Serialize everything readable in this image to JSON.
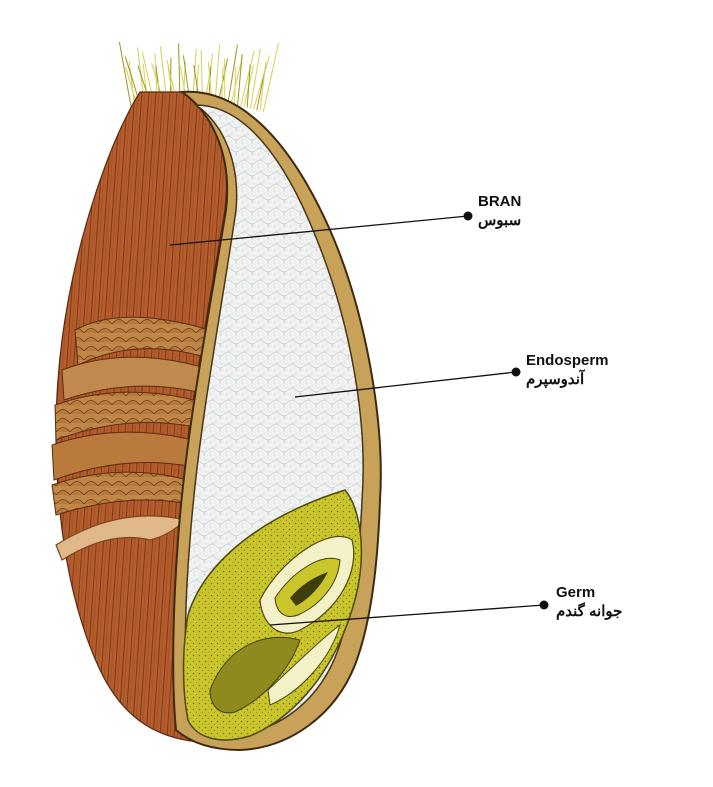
{
  "labels": {
    "bran": {
      "en": "BRAN",
      "fa": "سبوس"
    },
    "endosperm": {
      "en": "Endosperm",
      "fa": "آندوسپرم"
    },
    "germ": {
      "en": "Germ",
      "fa": "جوانه گندم"
    }
  },
  "colors": {
    "bran_outer": "#b0592a",
    "bran_stripes": "#7a3515",
    "seed_coat": "#c9a25a",
    "endosperm": "#eef1f1",
    "germ": "#c7c42a",
    "germ_dark": "#5d5a12",
    "brush_hairs": "#d8cf52",
    "leader": "#111111"
  }
}
